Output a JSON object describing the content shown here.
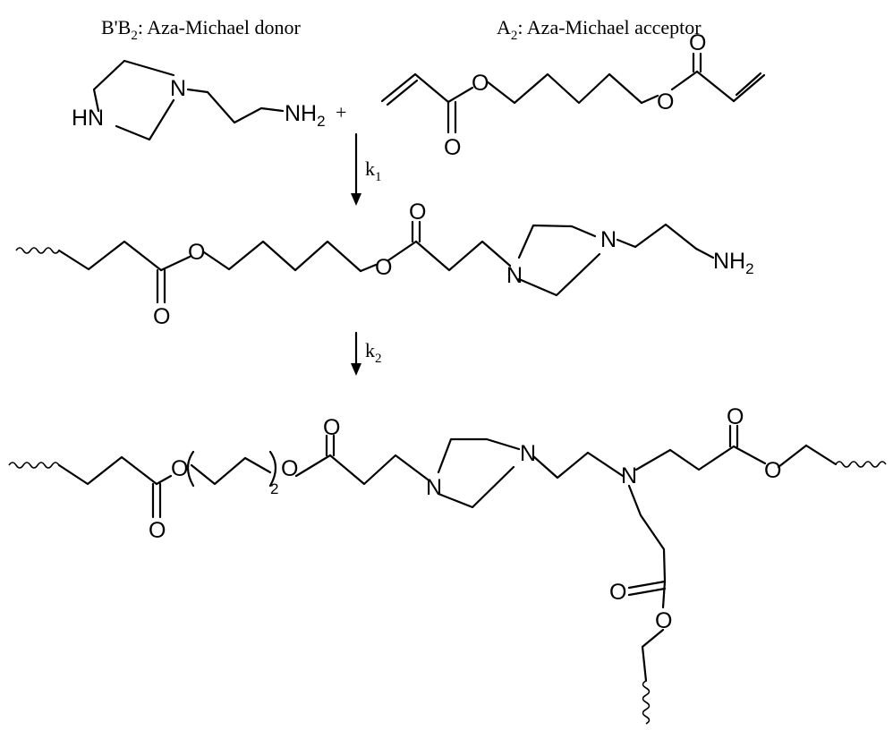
{
  "labels": {
    "donor_prefix": "B'B",
    "donor_sub": "2",
    "donor_suffix": ": Aza-Michael donor",
    "acceptor_prefix": "A",
    "acceptor_sub": "2",
    "acceptor_suffix": ": Aza-Michael acceptor",
    "plus": "+",
    "k1_main": "k",
    "k1_sub": "1",
    "k2_main": "k",
    "k2_sub": "2"
  },
  "atoms": {
    "N": "N",
    "O": "O",
    "HN": "HN",
    "NH": "NH",
    "h_sub": "2",
    "repeat_sub": "2"
  }
}
